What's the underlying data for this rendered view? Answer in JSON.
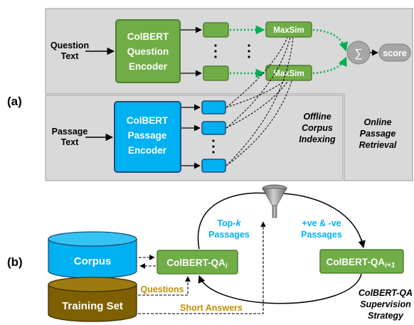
{
  "panel_a": {
    "label": "(a)",
    "question_text": [
      "Question",
      "Text"
    ],
    "question_encoder": [
      "ColBERT",
      "Question",
      "Encoder"
    ],
    "passage_text": [
      "Passage",
      "Text"
    ],
    "passage_encoder": [
      "ColBERT",
      "Passage",
      "Encoder"
    ],
    "maxsim": "MaxSim",
    "sum_symbol": "∑",
    "score": "score",
    "offline": [
      "Offline",
      "Corpus",
      "Indexing"
    ],
    "online": [
      "Online",
      "Passage",
      "Retrieval"
    ]
  },
  "panel_b": {
    "label": "(b)",
    "corpus": "Corpus",
    "training_set": "Training Set",
    "qa_i": {
      "base": "ColBERT-QA",
      "sub": "i"
    },
    "qa_i1": {
      "base": "ColBERT-QA",
      "sub": "i+1"
    },
    "topk": {
      "pre": "Top-",
      "k": "k",
      "line2": "Passages"
    },
    "ve": [
      "+ve & -ve",
      "Passages"
    ],
    "questions": "Questions",
    "short_answers": "Short Answers",
    "strategy": [
      "ColBERT-QA",
      "Supervision",
      "Strategy"
    ]
  },
  "colors": {
    "green_fill": "#70ad47",
    "green_stroke": "#507e32",
    "blue_fill": "#00b0f0",
    "blue_stroke": "#1f4e79",
    "brown_fill": "#7f6000",
    "gold_text": "#c09000",
    "cyan_text": "#00b0f0",
    "panel_gray": "#d9d9d9",
    "dotted_green": "#00b050"
  }
}
